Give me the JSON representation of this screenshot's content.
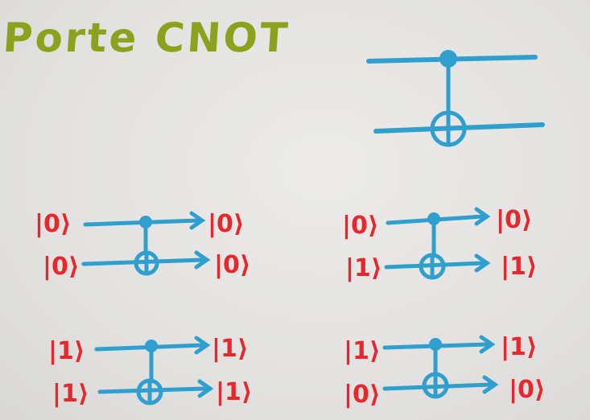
{
  "title": "Porte CNOT",
  "colors": {
    "title": "#8ba21c",
    "wire": "#2f9fd0",
    "ket": "#e8262b"
  },
  "examples": [
    {
      "input_control": "|0⟩",
      "input_target": "|0⟩",
      "output_control": "|0⟩",
      "output_target": "|0⟩"
    },
    {
      "input_control": "|0⟩",
      "input_target": "|1⟩",
      "output_control": "|0⟩",
      "output_target": "|1⟩"
    },
    {
      "input_control": "|1⟩",
      "input_target": "|1⟩",
      "output_control": "|1⟩",
      "output_target": "|1⟩"
    },
    {
      "input_control": "|1⟩",
      "input_target": "|0⟩",
      "output_control": "|1⟩",
      "output_target": "|0⟩"
    }
  ]
}
